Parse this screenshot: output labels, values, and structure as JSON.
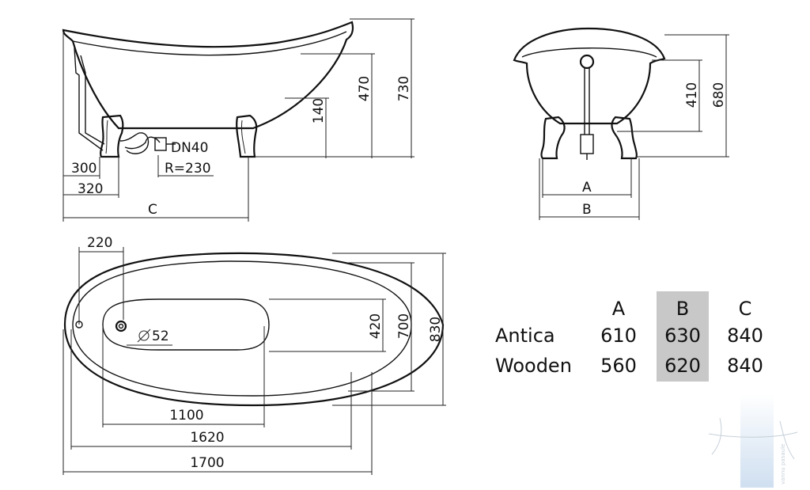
{
  "side_view": {
    "dims": {
      "h730": "730",
      "h470": "470",
      "h140": "140",
      "w300": "300",
      "w320": "320",
      "wC": "C",
      "drain": "DN40",
      "radius": "R=230"
    }
  },
  "front_view": {
    "dims": {
      "h680": "680",
      "h410": "410",
      "wA": "A",
      "wB": "B"
    }
  },
  "top_view": {
    "dims": {
      "d220": "220",
      "hole": "52",
      "h420": "420",
      "h700": "700",
      "h830": "830",
      "w1100": "1100",
      "w1620": "1620",
      "w1700": "1700"
    }
  },
  "table": {
    "headers": [
      "A",
      "B",
      "C"
    ],
    "highlight_color": "#c8c8c8",
    "rows": [
      {
        "name": "Antica",
        "a": "610",
        "b": "630",
        "c": "840"
      },
      {
        "name": "Wooden",
        "a": "560",
        "b": "620",
        "c": "840"
      }
    ]
  },
  "watermark": {
    "text": "vannu pasaule"
  }
}
